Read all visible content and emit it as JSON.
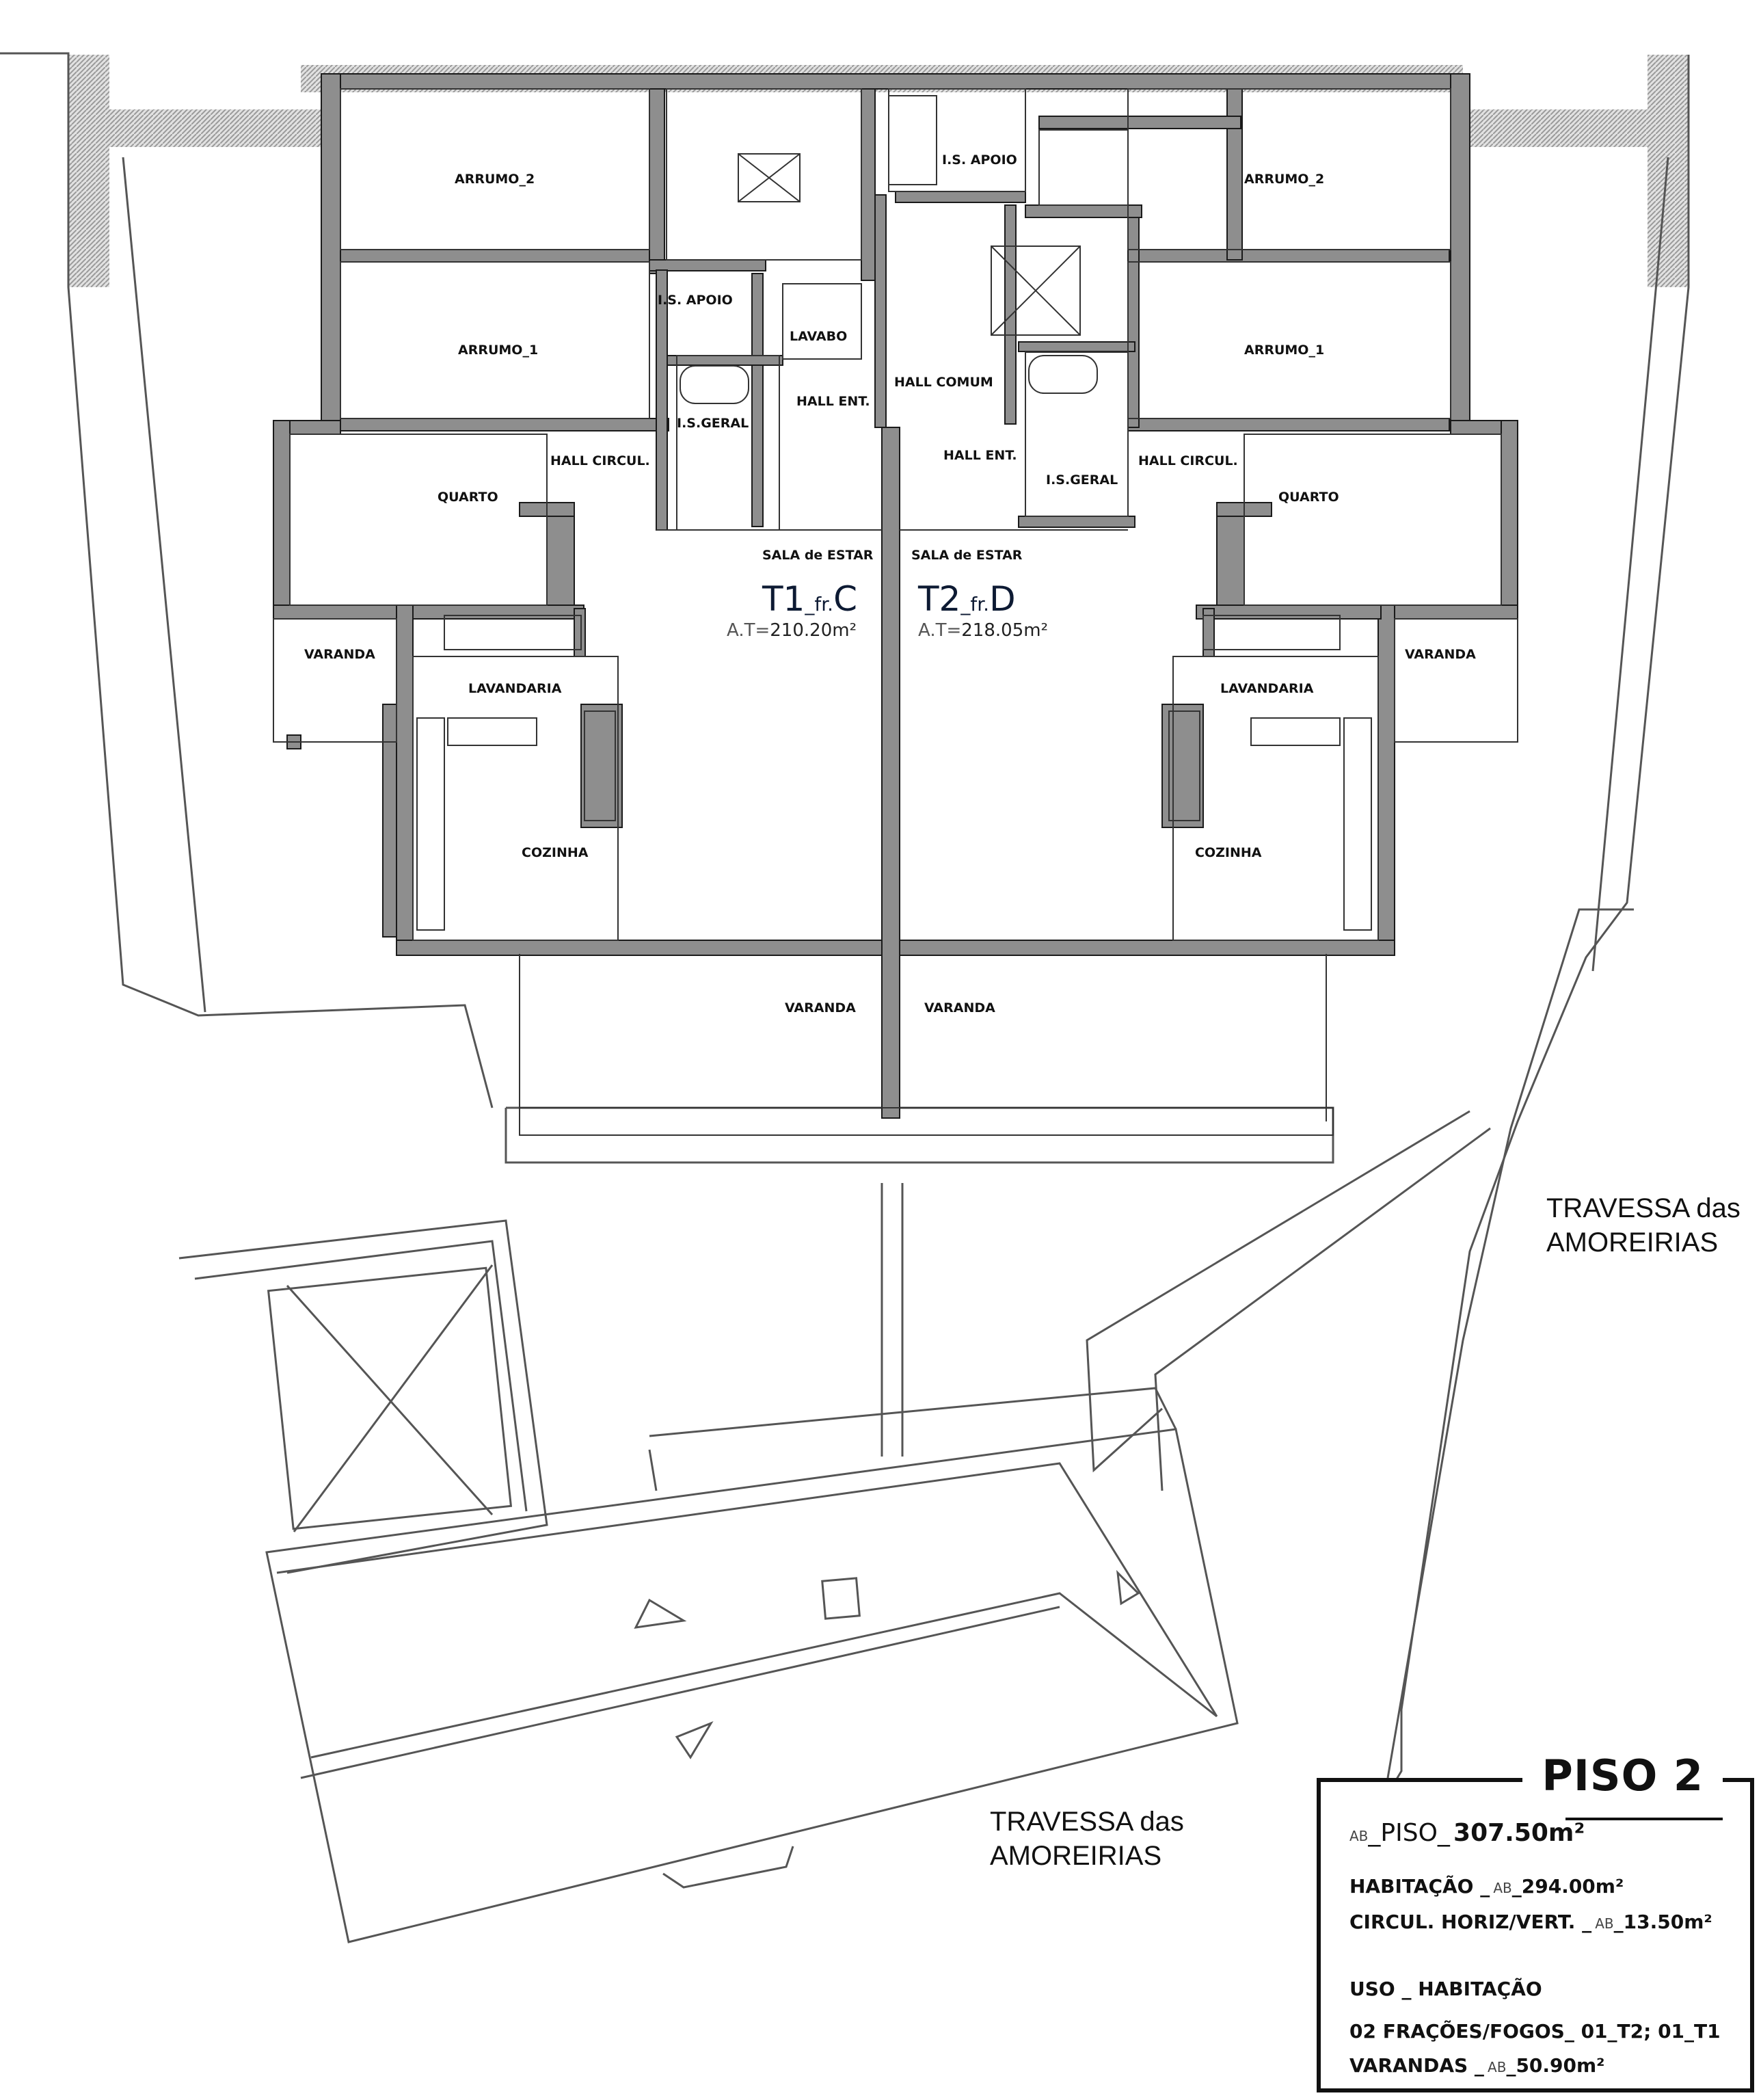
{
  "rooms": {
    "arrumo2_left": "ARRUMO_2",
    "arrumo1_left": "ARRUMO_1",
    "arrumo2_right": "ARRUMO_2",
    "arrumo1_right": "ARRUMO_1",
    "is_apoio_top": "I.S. APOIO",
    "is_apoio_left": "I.S. APOIO",
    "lavabo": "LAVABO",
    "hall_comum": "HALL COMUM",
    "hall_ent_left": "HALL ENT.",
    "hall_ent_right": "HALL ENT.",
    "isgeral_left": "I.S.GERAL",
    "isgeral_right": "I.S.GERAL",
    "hall_circ_left": "HALL CIRCUL.",
    "hall_circ_right": "HALL CIRCUL.",
    "quarto_left": "QUARTO",
    "quarto_right": "QUARTO",
    "sala_left": "SALA de ESTAR",
    "sala_right": "SALA de ESTAR",
    "varanda_left": "VARANDA",
    "varanda_right": "VARANDA",
    "lavandaria_left": "LAVANDARIA",
    "lavandaria_right": "LAVANDARIA",
    "cozinha_left": "COZINHA",
    "cozinha_right": "COZINHA",
    "varanda_bottom_left": "VARANDA",
    "varanda_bottom_right": "VARANDA"
  },
  "units": {
    "left": {
      "code": "T1",
      "sep1": "_",
      "fr": "fr.",
      "letter": "C",
      "area_label": "A.T=",
      "area": "210.20m²"
    },
    "right": {
      "code": "T2",
      "sep1": "_",
      "fr": "fr.",
      "letter": "D",
      "area_label": "A.T=",
      "area": "218.05m²"
    }
  },
  "streets": {
    "right_line1": "TRAVESSA das",
    "right_line2": "AMOREIRIAS",
    "bottom_line1": "TRAVESSA das",
    "bottom_line2": "AMOREIRIAS"
  },
  "legend": {
    "title": "PISO 2",
    "ab_prefix": "AB",
    "piso_label": "_PISO_",
    "piso_value": "307.50m²",
    "habitacao_label": "HABITAÇÃO _",
    "habitacao_ab": "AB",
    "habitacao_value": "_294.00m²",
    "circul_label": "CIRCUL. HORIZ/VERT. _",
    "circul_ab": "AB",
    "circul_value": "_13.50m²",
    "uso": "USO _ HABITAÇÃO",
    "fracoes": "02 FRAÇÕES/FOGOS_ 01_T2; 01_T1",
    "varandas_label": "VARANDAS _",
    "varandas_ab": "AB",
    "varandas_value": "_50.90m²"
  },
  "colors": {
    "wall": "#8e8e8e",
    "wall_stroke": "#1a1a1a",
    "line": "#444444",
    "hatch": "#b5b5b5",
    "unit_text": "#0d1a33"
  }
}
